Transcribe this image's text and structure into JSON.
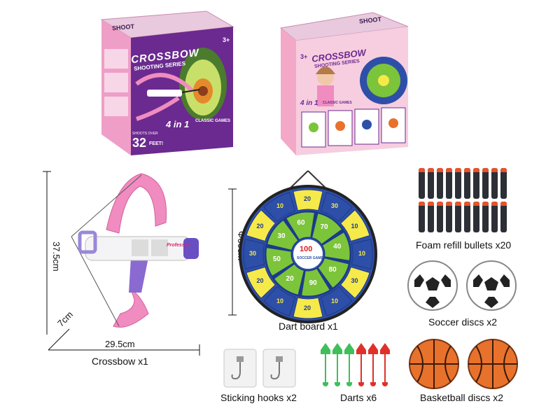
{
  "box_front": {
    "title_line1": "CROSSBOW",
    "title_line2": "SHOOTING SERIES",
    "age": "3+",
    "shoot_label": "SHOOT",
    "range_small": "SHOOTS OVER",
    "range_big": "32",
    "range_unit": "FEET!",
    "games_big": "4 in 1",
    "games_small": "CLASSIC GAMES"
  },
  "box_back": {
    "title_line1": "CROSSBOW",
    "title_line2": "SHOOTING SERIES",
    "age": "3+",
    "shoot_label": "SHOOT",
    "games_big": "4 in 1",
    "games_small": "CLASSIC GAMES"
  },
  "crossbow": {
    "height": "37.5cm",
    "depth": "7cm",
    "width": "29.5cm",
    "label": "Crossbow x1",
    "brand": "Professor"
  },
  "dartboard": {
    "diameter": "Φ60cm",
    "label": "Dart board x1",
    "center_value": "100",
    "center_text": "SOCCER GAME",
    "inner_scores": [
      "60",
      "70",
      "40",
      "80",
      "90",
      "20",
      "50",
      "30"
    ],
    "outer_scores": [
      "20",
      "30",
      "10",
      "10",
      "30",
      "10",
      "20",
      "10",
      "20",
      "30",
      "20",
      "10"
    ]
  },
  "items": {
    "bullets_label": "Foam refill bullets x20",
    "soccer_label": "Soccer discs x2",
    "basketball_label": "Basketball discs x2",
    "darts_label": "Darts x6",
    "hooks_label": "Sticking hooks x2"
  },
  "colors": {
    "box_purple": "#6b2a8f",
    "box_pink": "#f3a8c8",
    "bow_pink": "#f08cc0",
    "board_blue": "#2e4fa8",
    "board_yellow": "#f6e94a",
    "board_green": "#7cc43a",
    "bullet_body": "#2c2f36",
    "bullet_tip": "#e8532a",
    "dart_green": "#3fbf5a",
    "dart_red": "#e0302a",
    "basketball": "#e8722c"
  }
}
